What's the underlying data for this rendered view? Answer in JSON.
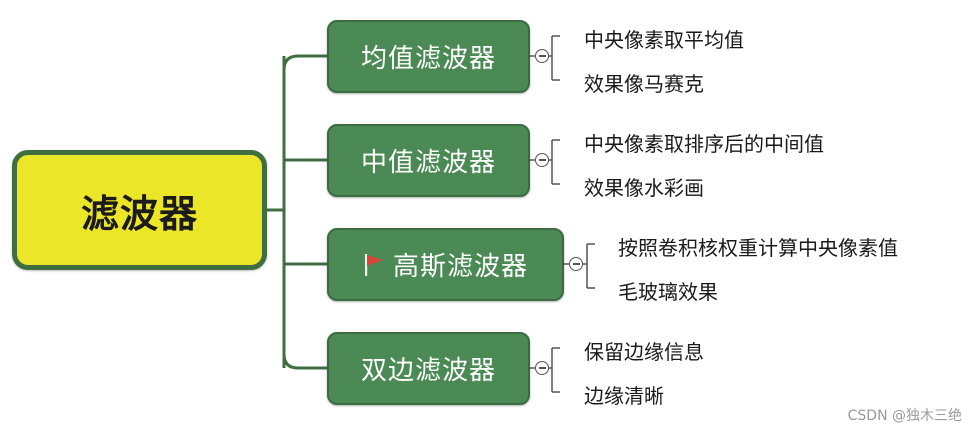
{
  "root": {
    "label": "滤波器"
  },
  "branches": [
    {
      "label": "均值滤波器",
      "leaves": [
        "中央像素取平均值",
        "效果像马赛克"
      ]
    },
    {
      "label": "中值滤波器",
      "leaves": [
        "中央像素取排序后的中间值",
        "效果像水彩画"
      ]
    },
    {
      "label": "高斯滤波器",
      "flag": "red-flag-icon",
      "leaves": [
        "按照卷积核权重计算中央像素值",
        "毛玻璃效果"
      ]
    },
    {
      "label": "双边滤波器",
      "leaves": [
        "保留边缘信息",
        "边缘清晰"
      ]
    }
  ],
  "watermark": "CSDN @独木三绝",
  "colors": {
    "root_fill": "#ece628",
    "root_border": "#3f6f40",
    "branch_fill": "#4b8a55",
    "connector": "#3f6f40",
    "flag": "#d9433a"
  }
}
